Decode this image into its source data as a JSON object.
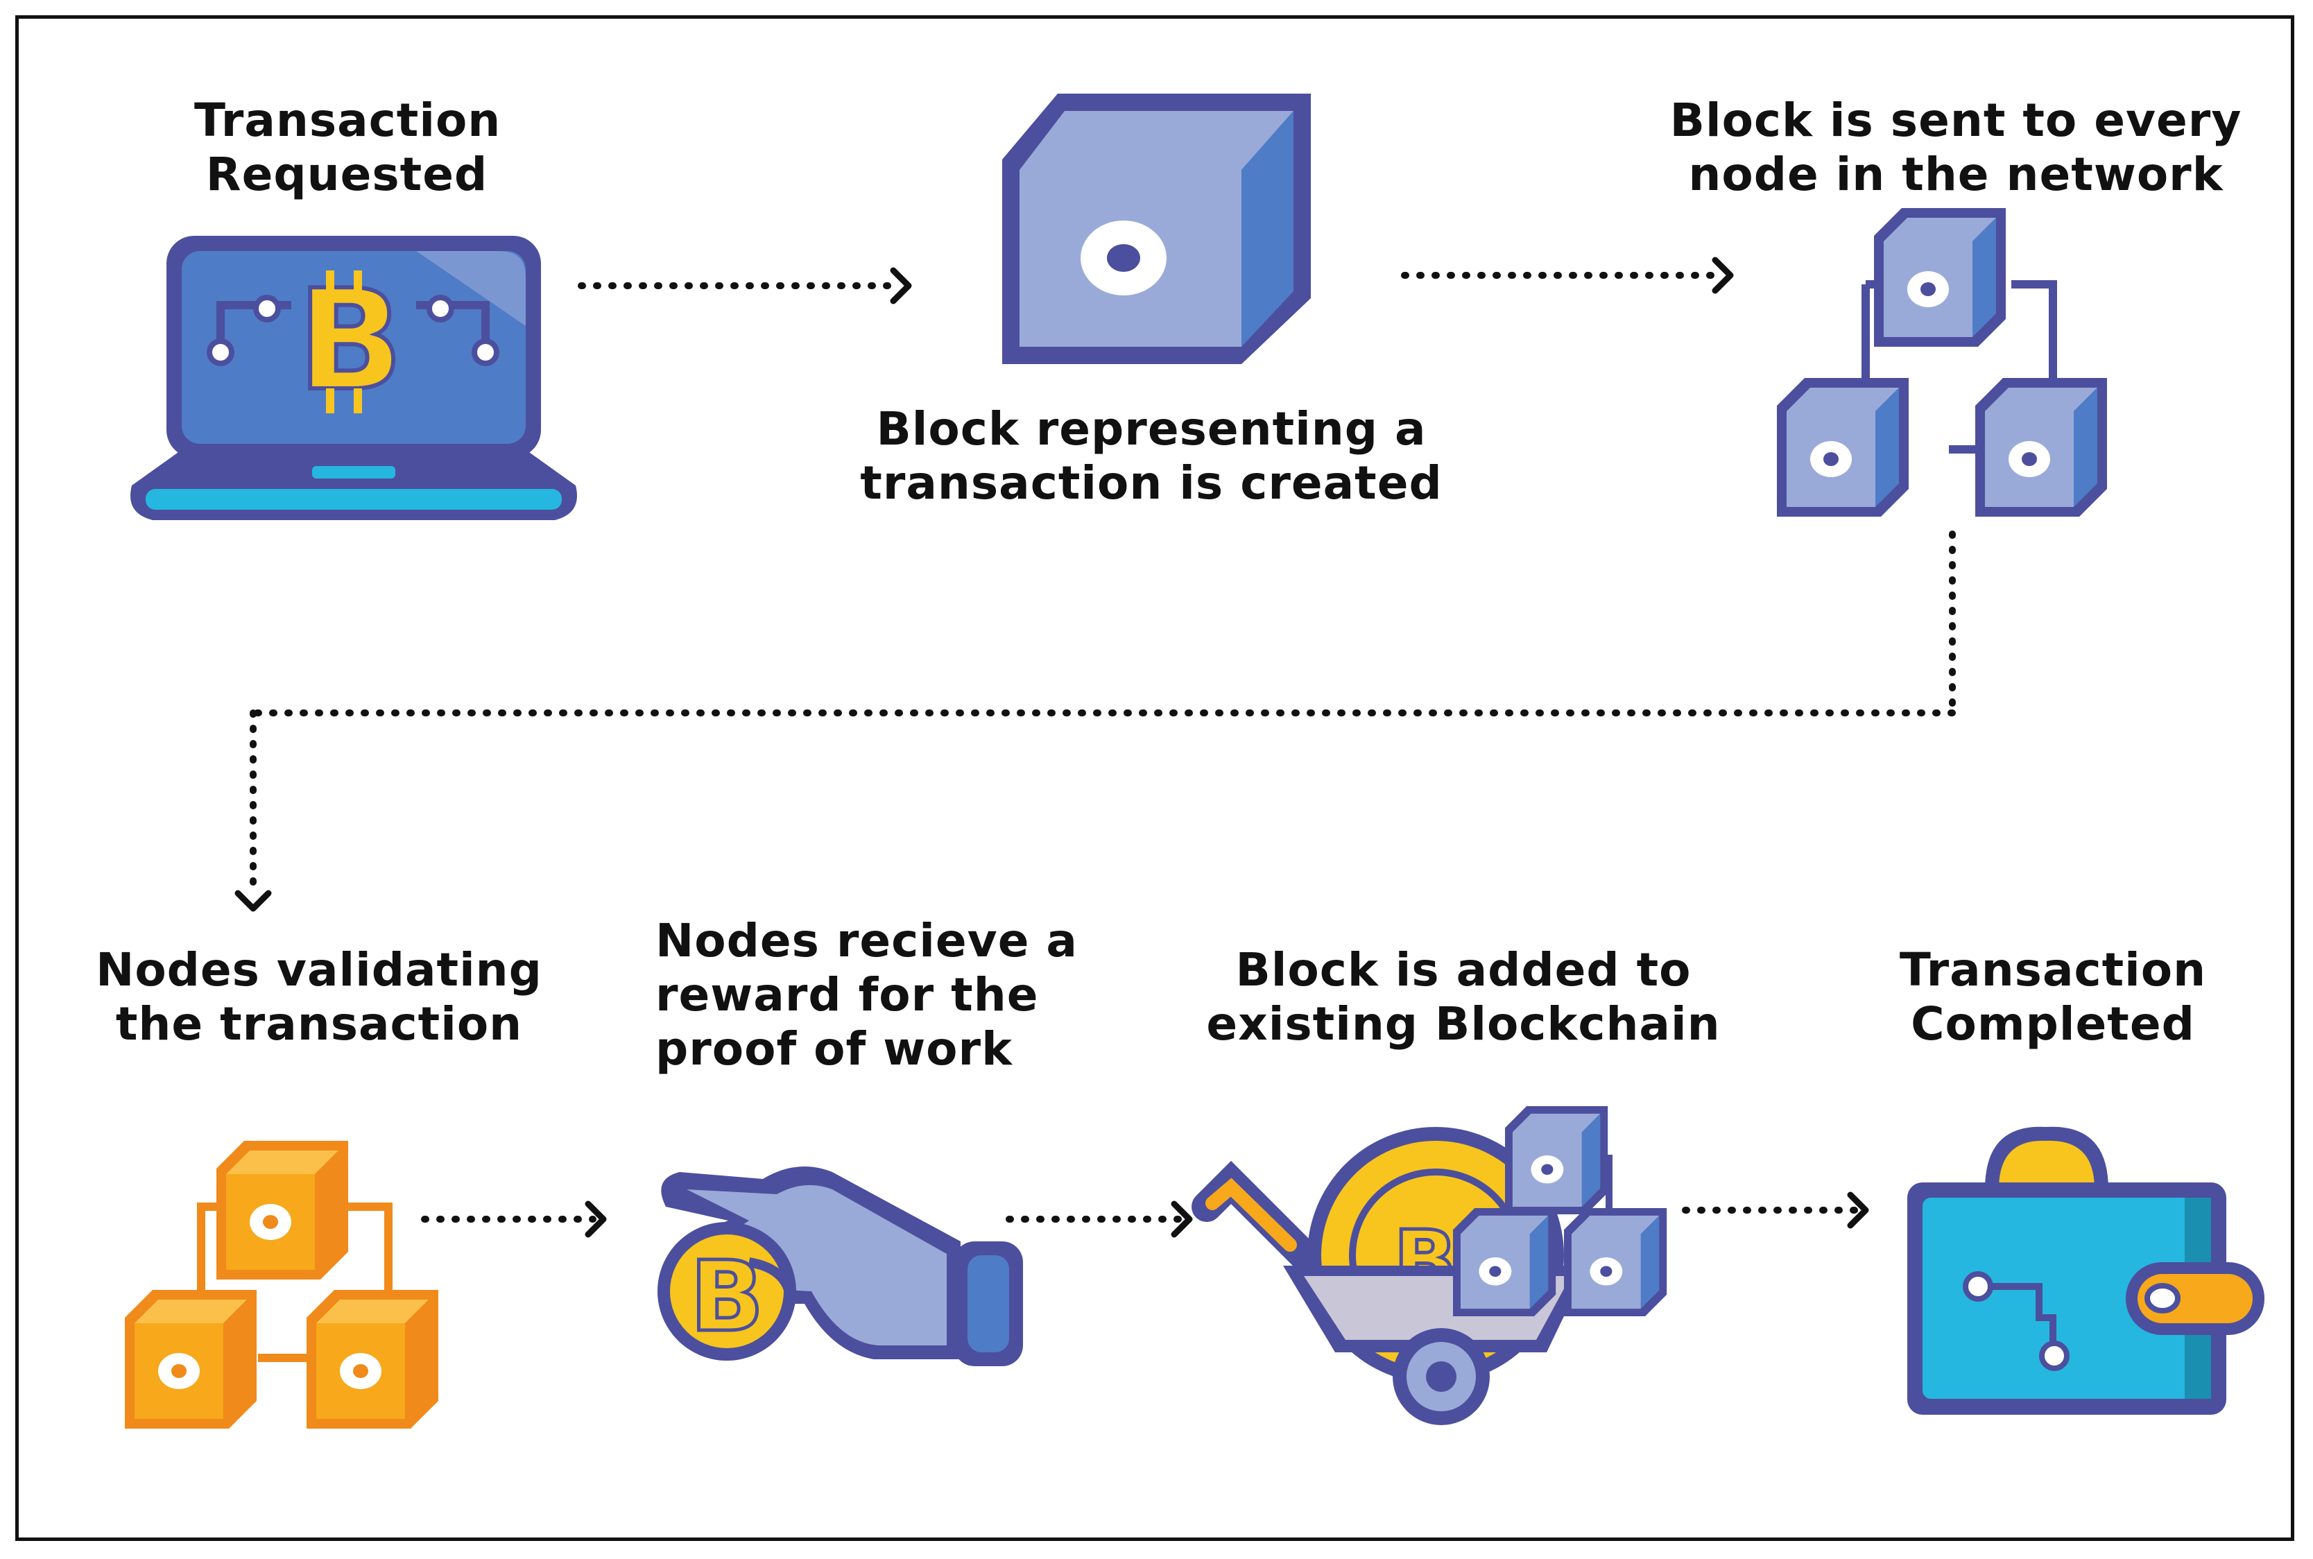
{
  "steps": [
    {
      "line1": "Transaction",
      "line2": "Requested"
    },
    {
      "line1": "Block representing a",
      "line2": "transaction is created"
    },
    {
      "line1": "Block is sent to every",
      "line2": "node in the network"
    },
    {
      "line1": "Nodes validating",
      "line2": "the transaction"
    },
    {
      "line1": "Nodes recieve a",
      "line2": "reward for the",
      "line3": "proof of work"
    },
    {
      "line1": "Block is added to",
      "line2": "existing Blockchain"
    },
    {
      "line1": "Transaction",
      "line2": "Completed"
    }
  ],
  "icons": [
    "laptop-bitcoin-icon",
    "block-cube-icon",
    "network-blocks-icon",
    "orange-network-blocks-icon",
    "hand-coin-icon",
    "wheelbarrow-blocks-icon",
    "wallet-coin-icon"
  ],
  "colors": {
    "outline": "#4c4f9e",
    "block_face": "#9aaad8",
    "block_side": "#4f7cc7",
    "orange_face": "#f7a81b",
    "orange_side": "#f08a1a",
    "cyan": "#25b7df",
    "gold": "#f7c51d",
    "text": "#111111"
  }
}
